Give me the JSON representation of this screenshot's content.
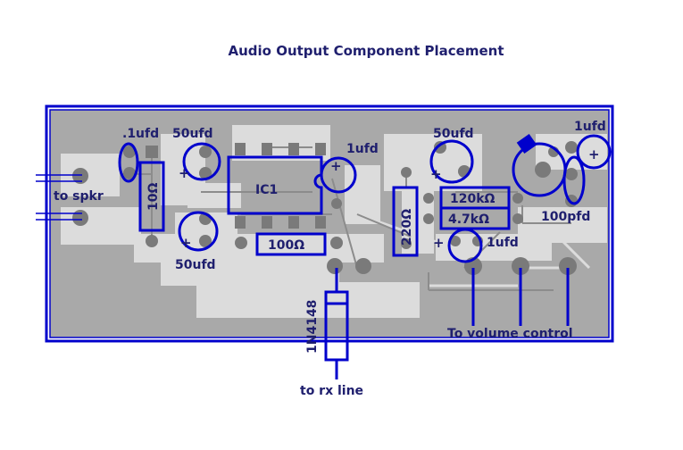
{
  "title": "Audio Output Component Placement",
  "colors": {
    "board": "#a9a9a9",
    "trace": "#dcdcdc",
    "outline": "#0000cc",
    "text": "#1f1f6e"
  },
  "labels": {
    "c_point1": ".1ufd",
    "c_50a": "50ufd",
    "c_50b": "50ufd",
    "c_50c": "50ufd",
    "c_1a": "1ufd",
    "c_1b": "1ufd",
    "c_1c": "1ufd",
    "r_10": "10Ω",
    "ic1": "IC1",
    "r_100": "100Ω",
    "r_220": "220Ω",
    "r_120k": "120kΩ",
    "r_4k7": "4.7kΩ",
    "c_100p": "100pfd",
    "diode": "1N4148",
    "to_spkr": "to spkr",
    "to_rx": "to rx line",
    "to_vol": "To volume control",
    "plus": "+"
  }
}
